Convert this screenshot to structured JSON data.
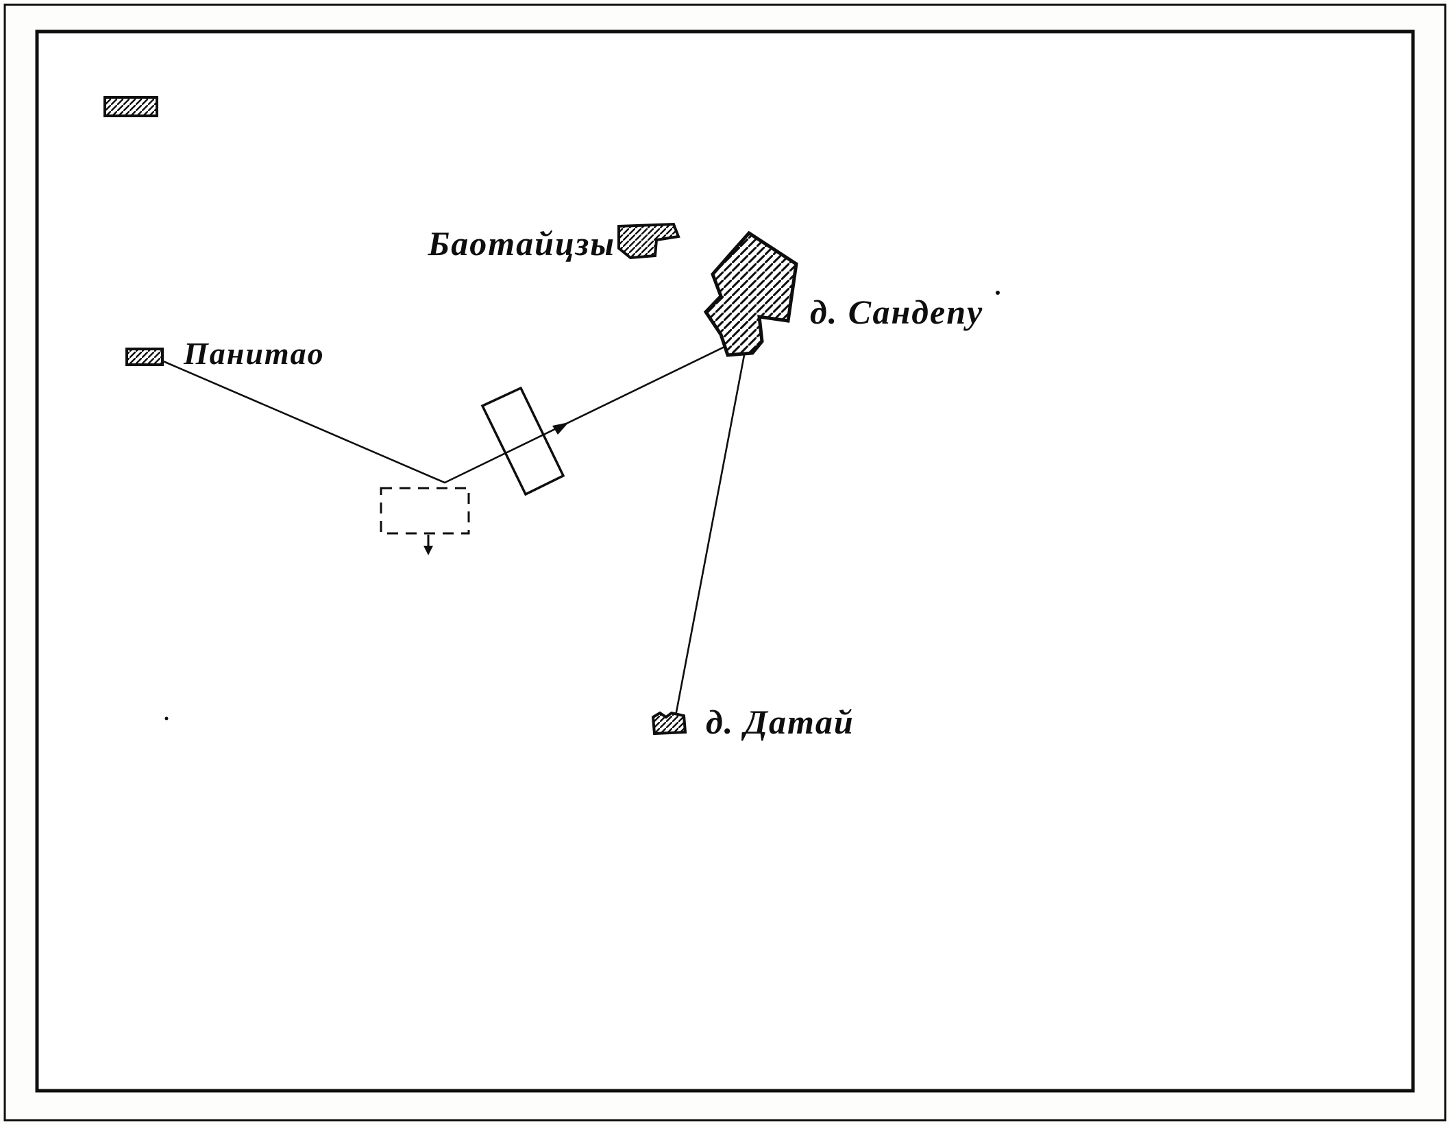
{
  "page": {
    "type": "scanned-schematic-map",
    "ink_color": "#0e0e0e",
    "paper_color": "#fdfdfb"
  },
  "map": {
    "labels": {
      "baotaitszy": "Баотайцзы",
      "sandepu": "д. Сандепу",
      "panitao": "Панитао",
      "datai": "д. Датай"
    },
    "symbols": [
      {
        "name": "legend-hatched-rect",
        "style": "hatched"
      },
      {
        "name": "village-baotaitszy",
        "style": "hatched"
      },
      {
        "name": "village-sandepu",
        "style": "hatched-large-polygon"
      },
      {
        "name": "village-panitao",
        "style": "hatched"
      },
      {
        "name": "village-datai",
        "style": "hatched"
      },
      {
        "name": "unit-rectangle",
        "style": "outline-tilted"
      },
      {
        "name": "planned-unit-rectangle",
        "style": "dashed-outline"
      }
    ],
    "routes": [
      {
        "name": "route-panitao-to-sandepu",
        "arrow": "toward-sandepu"
      },
      {
        "name": "route-sandepu-to-datai",
        "arrow": "none"
      },
      {
        "name": "planned-move-arrow",
        "arrow": "down"
      }
    ]
  }
}
